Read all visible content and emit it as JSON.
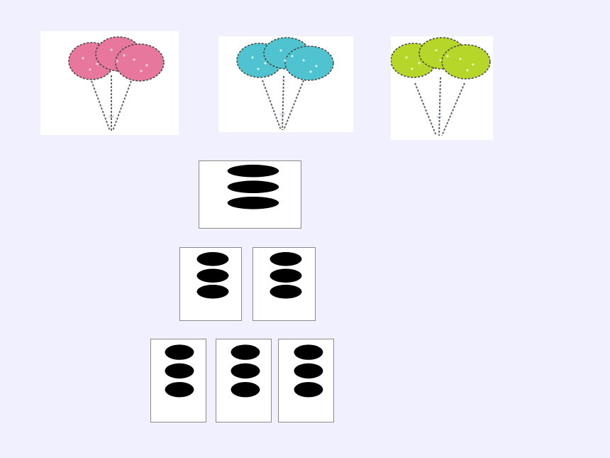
{
  "colors": {
    "background": "#f0f0fe",
    "card": "#ffffff",
    "box_border": "#8a8a8a",
    "dot": "#000000"
  },
  "balloon_bunches": [
    {
      "icon": "balloon-bunch-icon",
      "color": "pink",
      "fill": "#e8779e",
      "count": 3
    },
    {
      "icon": "balloon-bunch-icon",
      "color": "teal",
      "fill": "#4fc3cf",
      "count": 3
    },
    {
      "icon": "balloon-bunch-icon",
      "color": "lime",
      "fill": "#b7d62a",
      "count": 3
    }
  ],
  "dot_boxes": {
    "top_row": [
      {
        "dots": 3
      }
    ],
    "middle_row": [
      {
        "dots": 3
      },
      {
        "dots": 3
      }
    ],
    "bottom_row": [
      {
        "dots": 3
      },
      {
        "dots": 3
      },
      {
        "dots": 3
      }
    ]
  }
}
